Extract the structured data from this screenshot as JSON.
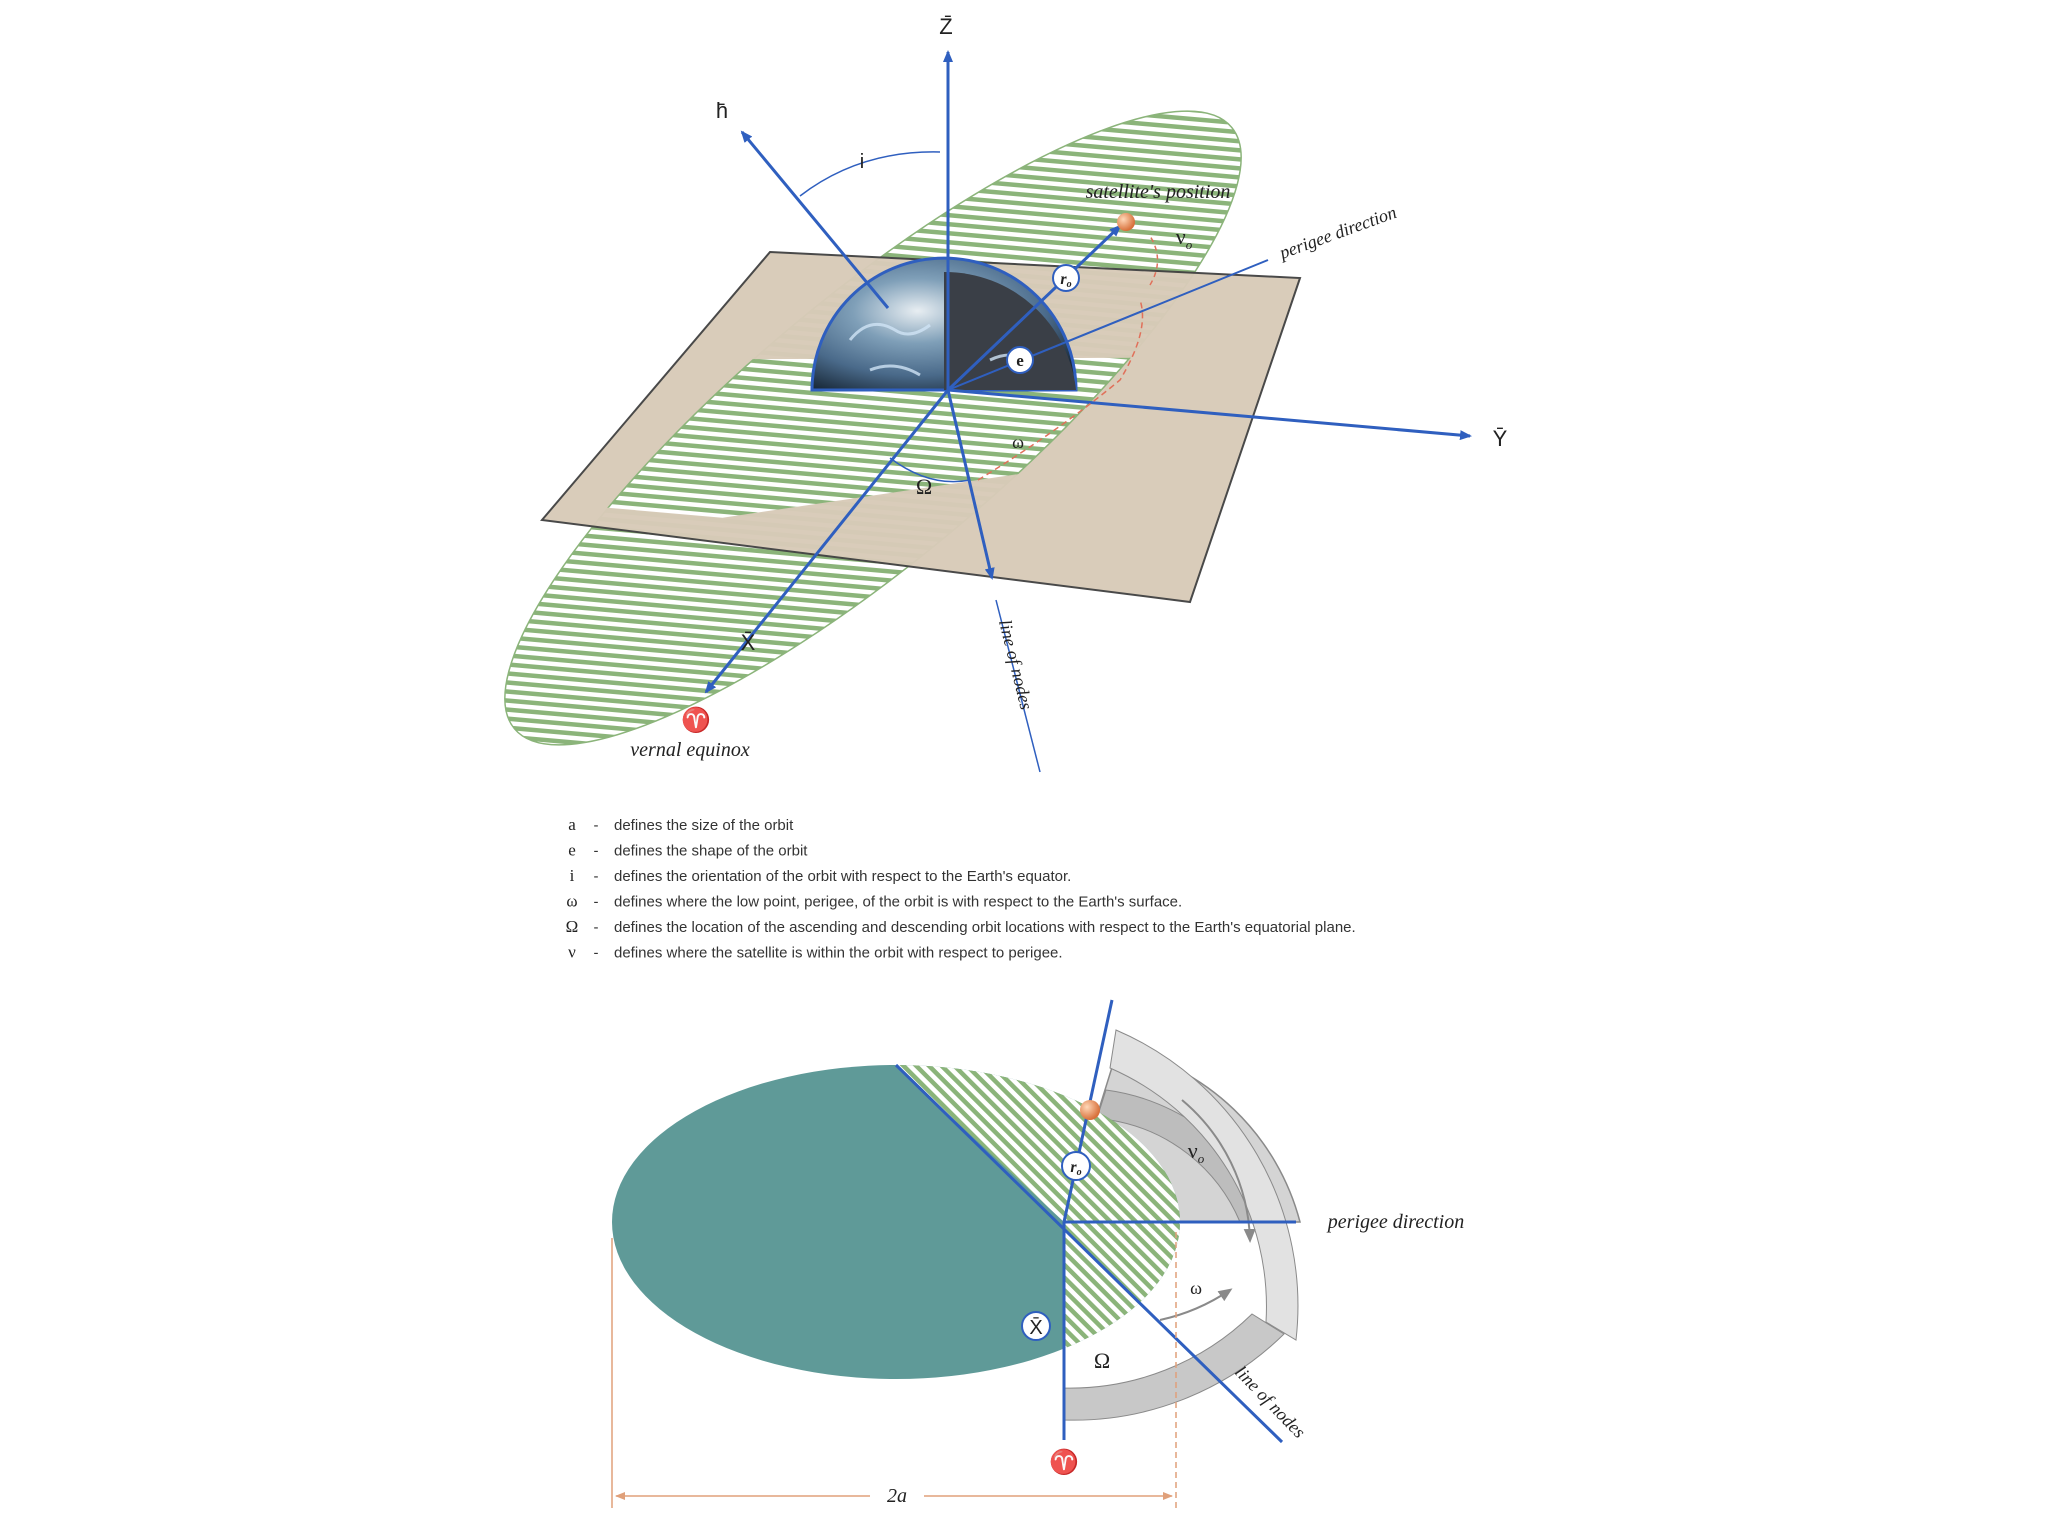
{
  "colors": {
    "axis_blue": "#2f5fbf",
    "plane_tan": "#d8cbb8",
    "orbit_green": "#8bb47a",
    "ellipse_teal": "#5f9a98",
    "dimension_orange": "#e0a07a",
    "satellite_orange": "#e88850",
    "gray_band": "#b8b8b8"
  },
  "top_diagram": {
    "axis_z": "Z̄",
    "axis_h": "h̄",
    "axis_y": "Ȳ",
    "axis_x": "X̄",
    "angle_i": "i",
    "angle_omega_small": "ω",
    "angle_Omega": "Ω",
    "true_anomaly": "ν",
    "true_anomaly_sub": "o",
    "radius_label": "r",
    "radius_sub": "o",
    "ecc_label": "e",
    "satellite_label": "satellite's position",
    "perigee_label": "perigee direction",
    "nodes_label": "line of nodes",
    "aries_symbol": "♈",
    "vernal_label": "vernal equinox",
    "icons": [
      "earth-icon",
      "satellite-icon"
    ]
  },
  "legend": [
    {
      "symbol": "a",
      "text": "defines the size of the orbit"
    },
    {
      "symbol": "e",
      "text": "defines the shape of the orbit"
    },
    {
      "symbol": "i",
      "text": "defines the orientation of the orbit with respect to the Earth's equator."
    },
    {
      "symbol": "ω",
      "text": "defines where the low point, perigee, of the orbit is with respect to the Earth's surface."
    },
    {
      "symbol": "Ω",
      "text": "defines the location of the ascending and descending orbit locations with respect to the Earth's equatorial plane."
    },
    {
      "symbol": "ν",
      "text": "defines where the satellite is within the orbit with respect to perigee."
    }
  ],
  "legend_dash": "-",
  "bottom_diagram": {
    "true_anomaly": "ν",
    "true_anomaly_sub": "o",
    "radius_label": "r",
    "radius_sub": "o",
    "perigee_label": "perigee direction",
    "omega_small": "ω",
    "Omega": "Ω",
    "axis_x": "X̄",
    "nodes_label": "line of nodes",
    "aries_symbol": "♈",
    "dimension_label": "2a"
  }
}
